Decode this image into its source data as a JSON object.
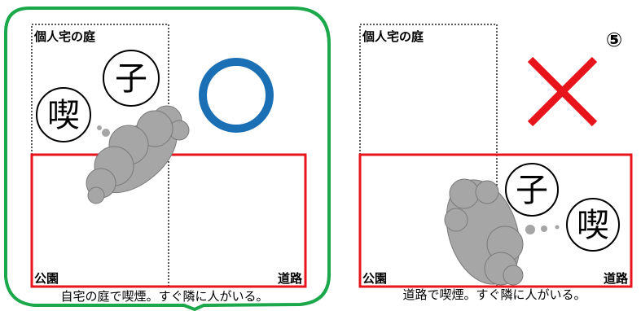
{
  "panels": {
    "left": {
      "house_label": "個人宅の庭",
      "park_label": "公園",
      "road_label": "道路",
      "caption": "自宅の庭で喫煙。すぐ隣に人がいる。",
      "person_child": "子",
      "person_smoker": "喫",
      "verdict": "circle",
      "verdict_color": "#1a6fb5"
    },
    "right": {
      "number": "⑤",
      "house_label": "個人宅の庭",
      "park_label": "公園",
      "road_label": "道路",
      "caption": "道路で喫煙。すぐ隣に人がいる。",
      "person_child": "子",
      "person_smoker": "喫",
      "verdict": "cross",
      "verdict_color": "#e8141c"
    }
  },
  "colors": {
    "frame_green": "#1aa84a",
    "area_red": "#e8141c",
    "smoke_gray": "#a6a6a6"
  }
}
